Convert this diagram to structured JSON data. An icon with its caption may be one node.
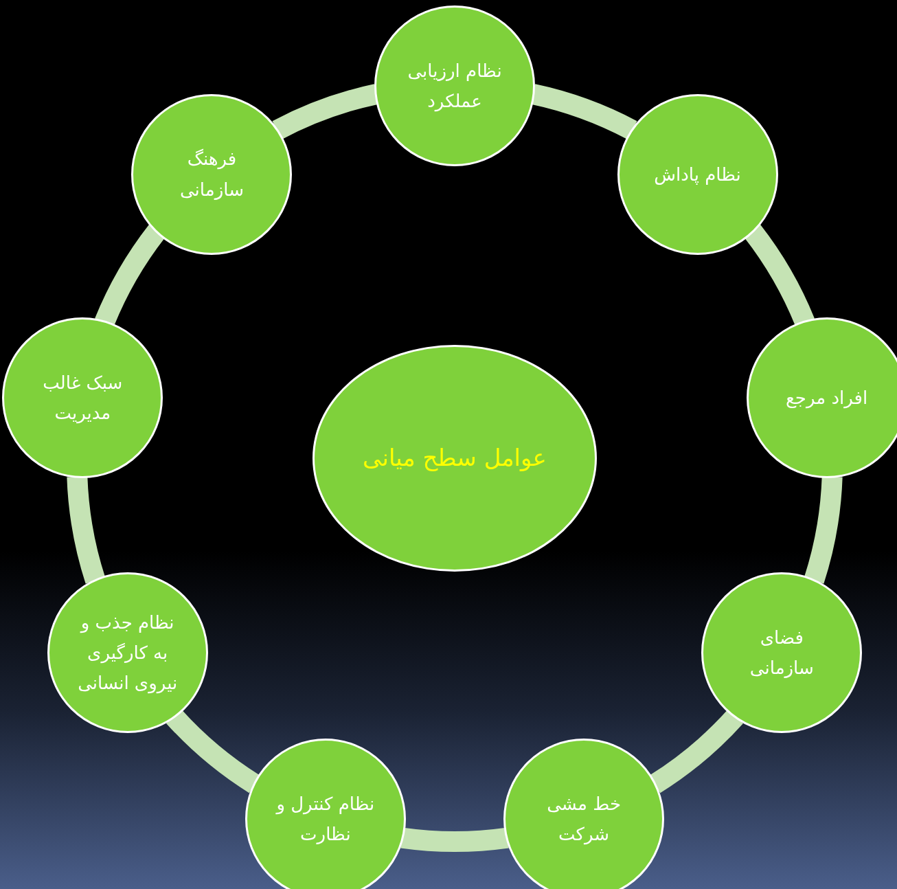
{
  "diagram": {
    "nodes": [
      {
        "text": [
          "نظام ارزیابی عملکرد"
        ]
      },
      {
        "text": [
          "نظام پاداش"
        ]
      },
      {
        "text": [
          "افراد مرجع"
        ]
      },
      {
        "text": [
          "فضای سازمانی"
        ]
      },
      {
        "text": [
          "خط مشی شرکت"
        ]
      },
      {
        "text": [
          "نظام کنترل و نظارت"
        ]
      },
      {
        "text": [
          "نظام جذب و به کارگیری نیروی انسانی"
        ]
      },
      {
        "text": [
          "سبک غالب مدیریت"
        ]
      },
      {
        "text": [
          "فرهنگ سازمانی"
        ]
      },
      {
        "text": [
          "عوامل سطح میانی"
        ]
      }
    ],
    "edges": [
      {
        "from": 0,
        "to": 1,
        "arrow": "none"
      },
      {
        "from": 1,
        "to": 2,
        "arrow": "none"
      },
      {
        "from": 2,
        "to": 3,
        "arrow": "none"
      },
      {
        "from": 3,
        "to": 4,
        "arrow": "none"
      },
      {
        "from": 4,
        "to": 5,
        "arrow": "none"
      },
      {
        "from": 5,
        "to": 6,
        "arrow": "none"
      },
      {
        "from": 6,
        "to": 7,
        "arrow": "none"
      },
      {
        "from": 7,
        "to": 8,
        "arrow": "none"
      },
      {
        "from": 8,
        "to": 0,
        "arrow": "none"
      }
    ]
  }
}
